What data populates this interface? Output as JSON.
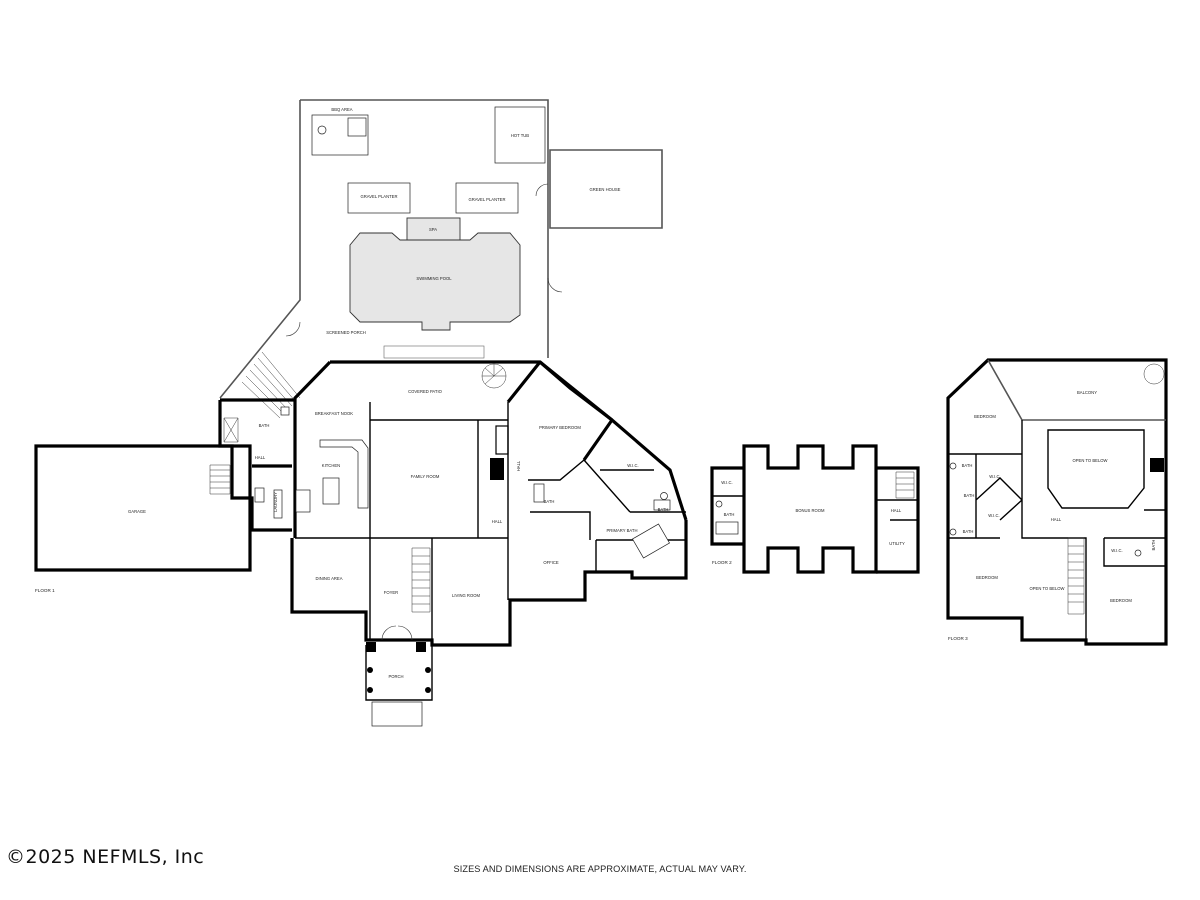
{
  "floors": {
    "floor1": {
      "label": "FLOOR 1",
      "rooms": {
        "bbq_area": "BBQ AREA",
        "hot_tub": "HOT TUB",
        "green_house": "GREEN HOUSE",
        "gravel_planter_left": "GRAVEL PLANTER",
        "gravel_planter_right": "GRAVEL PLANTER",
        "spa": "SPA",
        "swimming_pool": "SWIMMING POOL",
        "screened_porch": "SCREENED PORCH",
        "covered_patio": "COVERED PATIO",
        "breakfast_nook": "BREAKFAST NOOK",
        "primary_bedroom": "PRIMARY BEDROOM",
        "bath": "BATH",
        "hall_left": "HALL",
        "kitchen": "KITCHEN",
        "family_room": "FAMILY ROOM",
        "wic": "W.I.C.",
        "garage": "GARAGE",
        "laundry": "LAUNDRY",
        "hall_vertical": "HALL",
        "bath_center": "BATH",
        "bath_primary_side": "BATH",
        "hall_center": "HALL",
        "primary_bath": "PRIMARY BATH",
        "dining_area": "DINING AREA",
        "foyer": "FOYER",
        "living_room": "LIVING ROOM",
        "office": "OFFICE",
        "porch": "PORCH"
      }
    },
    "floor2": {
      "label": "FLOOR 2",
      "rooms": {
        "wic": "W.I.C.",
        "bath": "BATH",
        "bonus_room": "BONUS ROOM",
        "hall": "HALL",
        "utility": "UTILITY"
      }
    },
    "floor3": {
      "label": "FLOOR 3",
      "rooms": {
        "balcony": "BALCONY",
        "bedroom_top": "BEDROOM",
        "open_to_below_top": "OPEN TO BELOW",
        "bath_1": "BATH",
        "wic_1": "W.I.C.",
        "bath_2": "BATH",
        "bath_3": "BATH",
        "wic_2": "W.I.C.",
        "hall": "HALL",
        "wic_3": "W.I.C.",
        "bath_4": "BATH",
        "bedroom_bottom_left": "BEDROOM",
        "open_to_below_bottom": "OPEN TO BELOW",
        "bedroom_bottom_right": "BEDROOM"
      }
    }
  },
  "watermark": "©2025 NEFMLS, Inc",
  "disclaimer": "SIZES AND DIMENSIONS ARE APPROXIMATE, ACTUAL MAY VARY."
}
